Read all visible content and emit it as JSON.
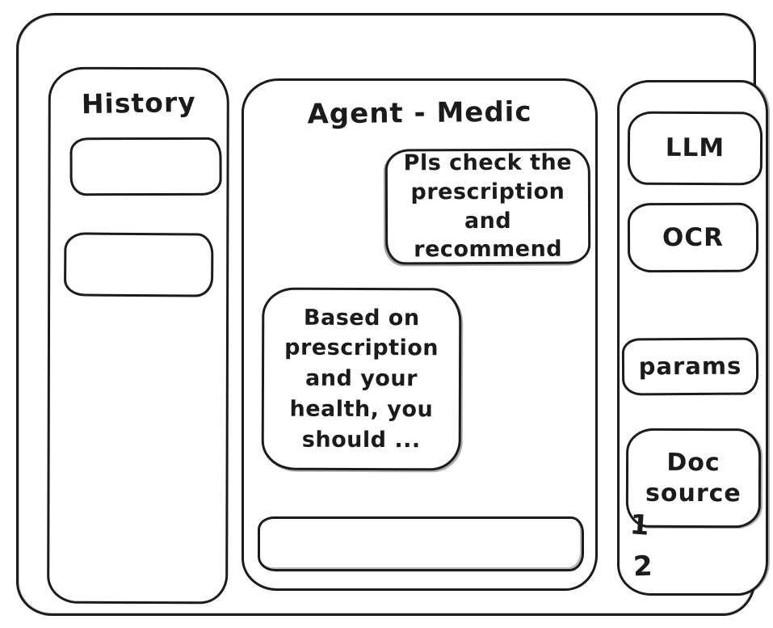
{
  "colors": {
    "ink": "#1b1b1b",
    "background": "#ffffff"
  },
  "history_panel": {
    "title": "History",
    "items": [
      {
        "label": ""
      },
      {
        "label": ""
      }
    ]
  },
  "chat_panel": {
    "title": "Agent - Medic",
    "messages": [
      {
        "role": "user",
        "text": "Pls check the prescription and recommend"
      },
      {
        "role": "assistant",
        "text": "Based on prescription and your health, you should ..."
      }
    ],
    "input": {
      "value": "",
      "placeholder": ""
    }
  },
  "tools_panel": {
    "buttons": [
      {
        "label": "LLM"
      },
      {
        "label": "OCR"
      },
      {
        "label": "params"
      },
      {
        "label": "Doc source"
      }
    ],
    "annotations": [
      {
        "label": "1"
      },
      {
        "label": "2"
      }
    ]
  }
}
